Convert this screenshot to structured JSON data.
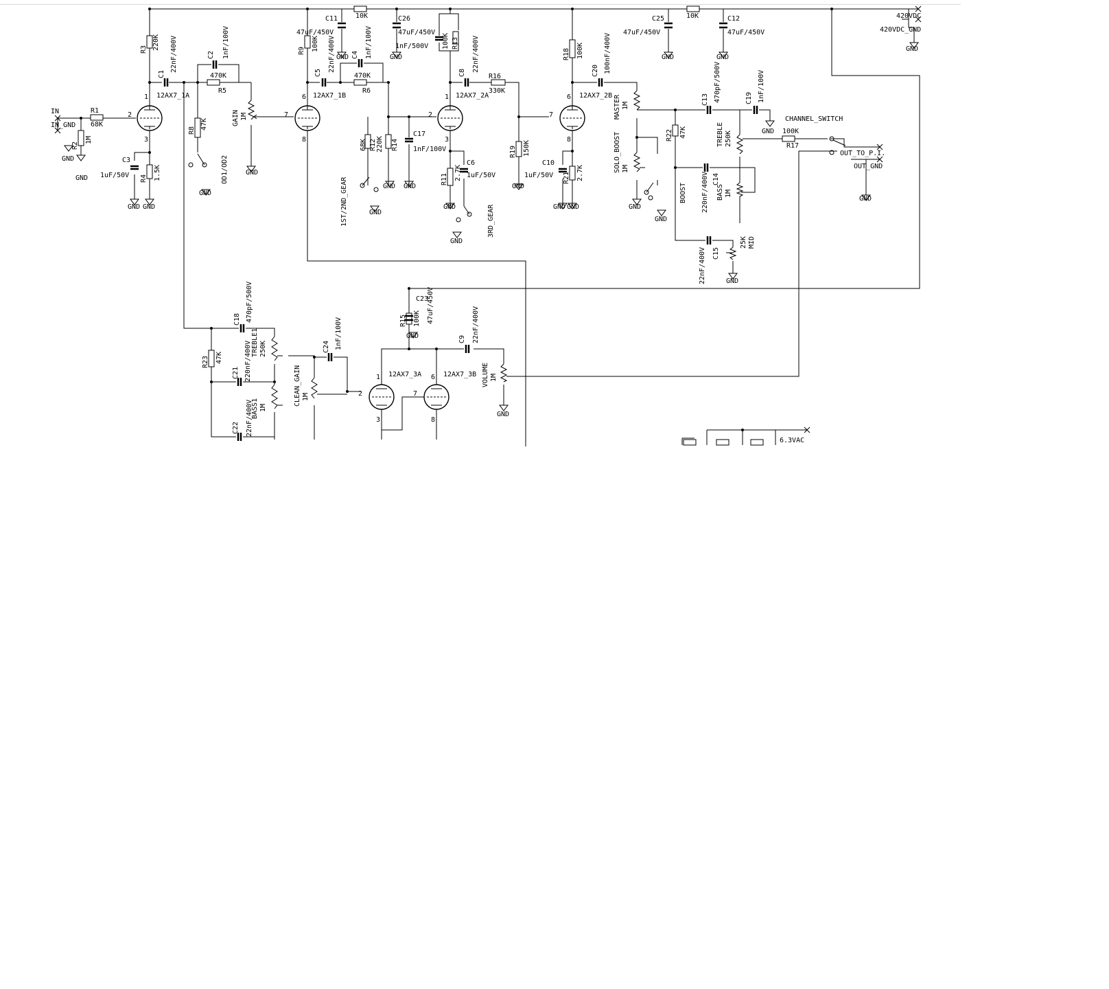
{
  "schematic": {
    "pin_numbers": {
      "one": "1",
      "two": "2",
      "three": "3",
      "six": "6",
      "seven": "7",
      "eight": "8"
    },
    "ports": {
      "in": "IN",
      "in_gnd": "IN_GND",
      "supply": "420VDC",
      "supply_gnd": "420VDC_GND",
      "out": "OUT_TO_P.I.",
      "out_gnd": "OUT_GND",
      "heater": "6.3VAC",
      "gnd": "GND"
    },
    "tubes": {
      "v1a": "12AX7_1A",
      "v1b": "12AX7_1B",
      "v2a": "12AX7_2A",
      "v2b": "12AX7_2B",
      "v3a": "12AX7_3A",
      "v3b": "12AX7_3B"
    },
    "resistors": {
      "r1": {
        "ref": "R1",
        "value": "68K"
      },
      "r2": {
        "ref": "R2",
        "value": "1M"
      },
      "r3": {
        "ref": "R3",
        "value": "220K"
      },
      "r4": {
        "ref": "R4",
        "value": "1.5K"
      },
      "r5": {
        "ref": "R5",
        "value": "470K"
      },
      "r6": {
        "ref": "R6",
        "value": "470K"
      },
      "r8": {
        "ref": "R8",
        "value": "47K"
      },
      "r9": {
        "ref": "R9",
        "value": "100K"
      },
      "r11": {
        "ref": "R11",
        "value": "2.7K"
      },
      "r12": {
        "ref": "R12",
        "value": "220K"
      },
      "r13": {
        "ref": "R13",
        "value": "100K"
      },
      "r14": {
        "ref": "R14",
        "value": ""
      },
      "r15": {
        "ref": "R15",
        "value": "100K"
      },
      "r16": {
        "ref": "R16",
        "value": "330K"
      },
      "r17": {
        "ref": "R17",
        "value": "100K"
      },
      "r18": {
        "ref": "R18",
        "value": "100K"
      },
      "r19": {
        "ref": "R19",
        "value": "150K"
      },
      "r21": {
        "ref": "R21",
        "value": "2.7K"
      },
      "r22": {
        "ref": "R22",
        "value": "47K"
      },
      "r23": {
        "ref": "R23",
        "value": "47K"
      },
      "r_68k": {
        "ref": "",
        "value": "68K"
      },
      "supply_a": {
        "ref": "",
        "value": "10K"
      },
      "supply_b": {
        "ref": "",
        "value": "10K"
      }
    },
    "capacitors": {
      "c1": {
        "ref": "C1",
        "value": "22nF/400V"
      },
      "c2": {
        "ref": "C2",
        "value": "1nF/100V"
      },
      "c3": {
        "ref": "C3",
        "value": "1uF/50V"
      },
      "c4": {
        "ref": "C4",
        "value": "1nF/100V"
      },
      "c5": {
        "ref": "C5",
        "value": "22nF/400V"
      },
      "c6": {
        "ref": "C6",
        "value": "1uF/50V"
      },
      "c8": {
        "ref": "C8",
        "value": "22nF/400V"
      },
      "c9": {
        "ref": "C9",
        "value": "22nF/400V"
      },
      "c10": {
        "ref": "C10",
        "value": "1uF/50V"
      },
      "c11": {
        "ref": "C11",
        "value": "47uF/450V"
      },
      "c12": {
        "ref": "C12",
        "value": "47uF/450V"
      },
      "c13": {
        "ref": "C13",
        "value": "470pF/500V"
      },
      "c14": {
        "ref": "C14",
        "value": "220nF/400V"
      },
      "c15": {
        "ref": "C15",
        "value": "22nF/400V"
      },
      "c17": {
        "ref": "C17",
        "value": "1nF/100V"
      },
      "c18": {
        "ref": "C18",
        "value": "470pF/500V"
      },
      "c19": {
        "ref": "C19",
        "value": "1nF/100V"
      },
      "c20": {
        "ref": "C20",
        "value": "100nF/400V"
      },
      "c21": {
        "ref": "C21",
        "value": "220nF/400V"
      },
      "c22": {
        "ref": "C22",
        "value": "22nF/400V"
      },
      "c23": {
        "ref": "C23",
        "value": "47uF/450V"
      },
      "c24": {
        "ref": "C24",
        "value": "1nF/100V"
      },
      "c25": {
        "ref": "C25",
        "value": "47uF/450V"
      },
      "c26": {
        "ref": "C26",
        "value": "47uF/450V"
      },
      "c26b": {
        "ref": "",
        "value": "1nF/500V"
      }
    },
    "pots": {
      "gain": {
        "ref": "GAIN",
        "value": "1M"
      },
      "master": {
        "ref": "MASTER",
        "value": "1M"
      },
      "solo_boost": {
        "ref": "SOLO_BOOST",
        "value": "1M"
      },
      "treble": {
        "ref": "TREBLE",
        "value": "250K"
      },
      "bass": {
        "ref": "BASS",
        "value": "1M"
      },
      "mid": {
        "ref": "MID",
        "value": "25K"
      },
      "treble1": {
        "ref": "TREBLE1",
        "value": "250K"
      },
      "bass1": {
        "ref": "BASS1",
        "value": "1M"
      },
      "clean_gain": {
        "ref": "CLEAN_GAIN",
        "value": "1M"
      },
      "volume": {
        "ref": "VOLUME",
        "value": "1M"
      }
    },
    "switches": {
      "od": "OD1/OD2",
      "gear12": "1ST/2ND_GEAR",
      "gear3": "3RD_GEAR",
      "boost": "BOOST",
      "channel": "CHANNEL_SWITCH"
    }
  }
}
